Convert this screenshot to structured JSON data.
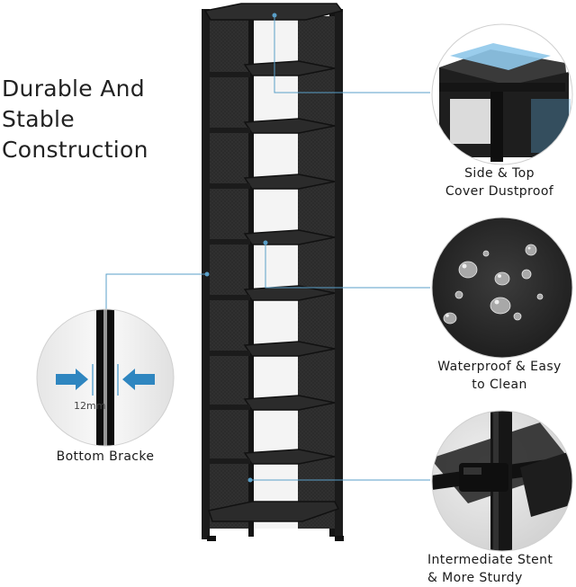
{
  "headline": {
    "line1": "Durable And",
    "line2": "Stable",
    "line3": "Construction"
  },
  "callouts": {
    "top_right": {
      "line1": "Side & Top",
      "line2": "Cover Dustproof"
    },
    "mid_right": {
      "line1": "Waterproof & Easy",
      "line2": "to Clean"
    },
    "bottom_right": {
      "line1": "Intermediate Stent",
      "line2": "& More Sturdy"
    },
    "left": {
      "label": "Bottom Bracke",
      "measurement": "12mm"
    }
  },
  "colors": {
    "frame": "#1b1b1b",
    "fabric": "#2a2a2a",
    "accent": "#3a8fc4",
    "leader": "#5a9fc8"
  }
}
